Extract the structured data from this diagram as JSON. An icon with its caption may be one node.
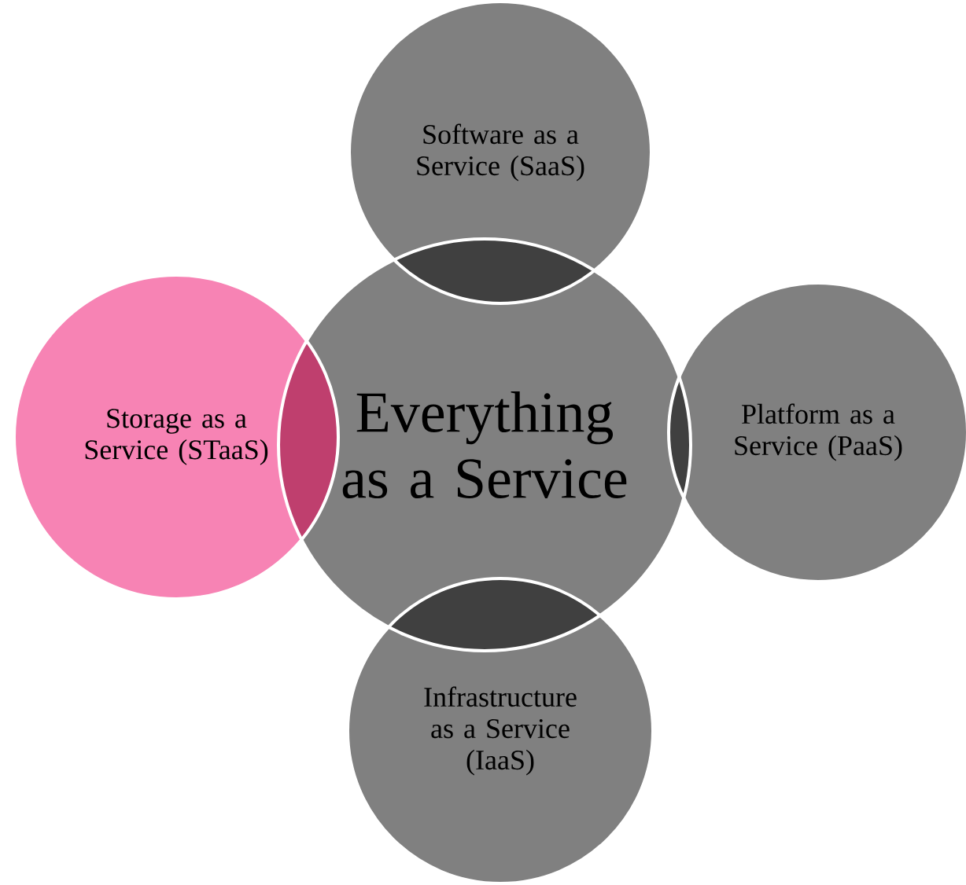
{
  "diagram": {
    "nodes": [
      {
        "text": [
          "Software as a Service (SaaS)"
        ]
      },
      {
        "text": [
          "Storage as a Service (STaaS)"
        ]
      },
      {
        "text": [
          "Everything as a Service"
        ]
      },
      {
        "text": [
          "Platform as a Service (PaaS)"
        ]
      },
      {
        "text": [
          "Infrastructure as a Service (IaaS)"
        ]
      }
    ]
  }
}
